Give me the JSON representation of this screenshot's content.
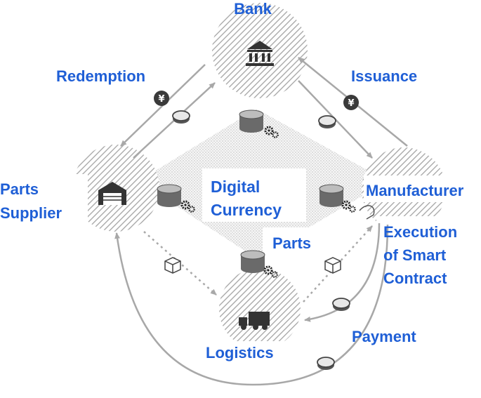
{
  "nodes": {
    "bank": {
      "label": "Bank",
      "icon": "bank-icon"
    },
    "parts_supplier": {
      "label_lines": [
        "Parts",
        "Supplier"
      ],
      "icon": "warehouse-icon"
    },
    "manufacturer": {
      "label": "Manufacturer"
    },
    "logistics": {
      "label": "Logistics",
      "icon": "truck-icon"
    }
  },
  "center": {
    "label_lines": [
      "Digital",
      "Currency"
    ]
  },
  "flows": {
    "redemption": "Redemption",
    "issuance": "Issuance",
    "parts": "Parts",
    "payment": "Payment",
    "smart_contract_lines": [
      "Execution",
      "of Smart",
      "Contract"
    ]
  },
  "icons": [
    "yen-coin-icon",
    "coin-icon",
    "database-icon",
    "gear-icon",
    "package-icon"
  ],
  "colors": {
    "label": "#1f5fd6",
    "arrow": "#a8a8a8",
    "hatch": "#9e9e9e",
    "icon": "#333333"
  }
}
